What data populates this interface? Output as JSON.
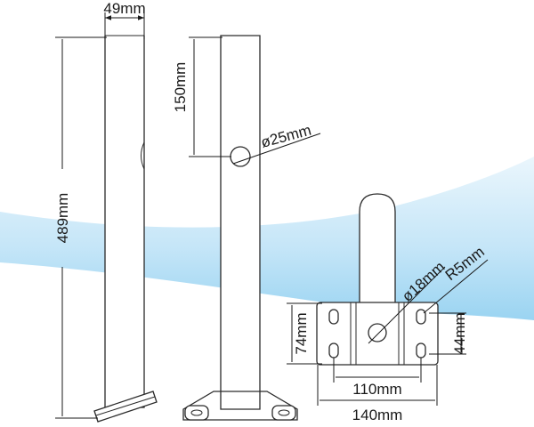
{
  "colors": {
    "band_light": "#e8f5fc",
    "band_mid": "#bfe3f7",
    "band_deep": "#8fcff0",
    "line": "#2a2a2a"
  },
  "dimensions": {
    "pole_width": "49mm",
    "pole_height": "489mm",
    "hole_offset": "150mm",
    "hole_diameter": "ø25mm",
    "bracket_hole": "ø18mm",
    "slot_radius": "R5mm",
    "bracket_height": "74mm",
    "slot_spacing_v": "44mm",
    "slot_spacing_h": "110mm",
    "bracket_width": "140mm"
  }
}
